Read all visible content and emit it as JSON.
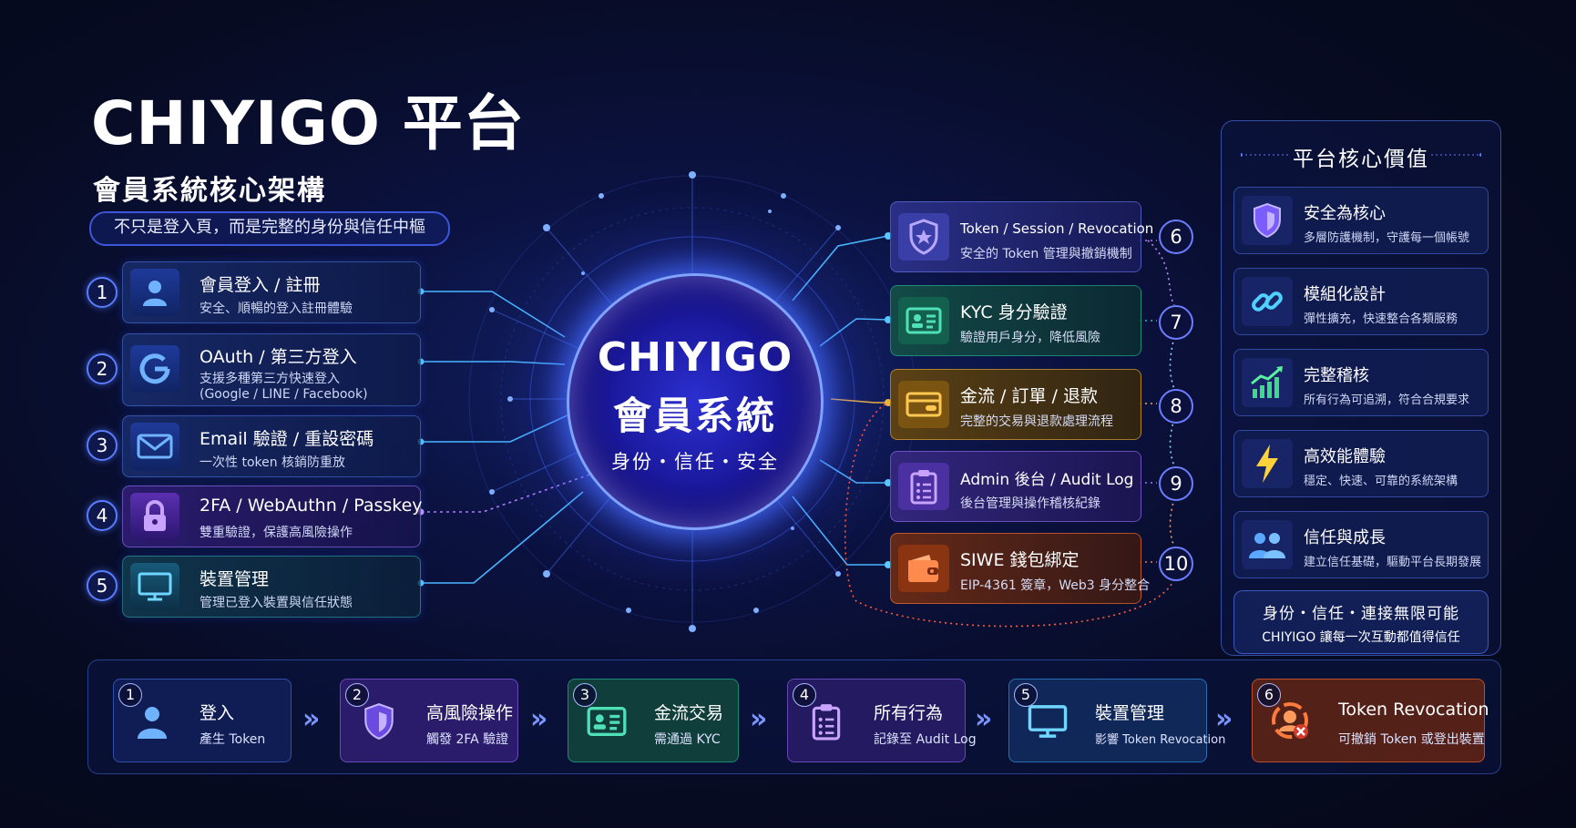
{
  "header": {
    "title": "CHIYIGO 平台",
    "subtitle": "會員系統核心架構",
    "tagline": "不只是登入頁，而是完整的身份與信任中樞"
  },
  "core": {
    "line1": "CHIYIGO",
    "line2": "會員系統",
    "line3": "身份・信任・安全"
  },
  "left_modules": [
    {
      "num": "1",
      "title": "會員登入 / 註冊",
      "desc": "安全、順暢的登入註冊體驗",
      "icon": "user-icon"
    },
    {
      "num": "2",
      "title": "OAuth / 第三方登入",
      "desc": "支援多種第三方快速登入",
      "desc2": "(Google / LINE / Facebook)",
      "icon": "google-g-icon"
    },
    {
      "num": "3",
      "title": "Email 驗證 / 重設密碼",
      "desc": "一次性 token 核銷防重放",
      "icon": "envelope-icon"
    },
    {
      "num": "4",
      "title": "2FA / WebAuthn / Passkey",
      "desc": "雙重驗證，保護高風險操作",
      "icon": "lock-icon"
    },
    {
      "num": "5",
      "title": "裝置管理",
      "desc": "管理已登入裝置與信任狀態",
      "icon": "monitor-icon"
    }
  ],
  "right_modules": [
    {
      "num": "6",
      "title": "Token / Session / Revocation",
      "desc": "安全的 Token 管理與撤銷機制",
      "icon": "shield-star-icon",
      "color": "#2a2f86"
    },
    {
      "num": "7",
      "title": "KYC 身分驗證",
      "desc": "驗證用戶身分，降低風險",
      "icon": "id-card-icon",
      "color": "#1a5a4a"
    },
    {
      "num": "8",
      "title": "金流 / 訂單 / 退款",
      "desc": "完整的交易與退款處理流程",
      "icon": "wallet-card-icon",
      "color": "#6b4a0f"
    },
    {
      "num": "9",
      "title": "Admin 後台 / Audit Log",
      "desc": "後台管理與操作稽核紀錄",
      "icon": "clipboard-icon",
      "color": "#3a2a86"
    },
    {
      "num": "10",
      "title": "SIWE 錢包綁定",
      "desc": "EIP-4361 簽章，Web3 身分整合",
      "icon": "wallet-icon",
      "color": "#6e2a18"
    }
  ],
  "values": {
    "heading": "平台核心價值",
    "items": [
      {
        "title": "安全為核心",
        "desc": "多層防護機制，守護每一個帳號",
        "icon": "shield-icon"
      },
      {
        "title": "模組化設計",
        "desc": "彈性擴充，快速整合各類服務",
        "icon": "link-icon"
      },
      {
        "title": "完整稽核",
        "desc": "所有行為可追溯，符合合規要求",
        "icon": "chart-up-icon"
      },
      {
        "title": "高效能體驗",
        "desc": "穩定、快速、可靠的系統架構",
        "icon": "lightning-icon"
      },
      {
        "title": "信任與成長",
        "desc": "建立信任基礎，驅動平台長期發展",
        "icon": "users-icon"
      }
    ],
    "footer_line1": "身份・信任・連接無限可能",
    "footer_line2": "CHIYIGO 讓每一次互動都值得信任"
  },
  "flow": [
    {
      "num": "1",
      "title": "登入",
      "desc": "產生 Token",
      "icon": "user-icon"
    },
    {
      "num": "2",
      "title": "高風險操作",
      "desc": "觸發 2FA 驗證",
      "icon": "shield-icon"
    },
    {
      "num": "3",
      "title": "金流交易",
      "desc": "需通過 KYC",
      "icon": "id-card-icon"
    },
    {
      "num": "4",
      "title": "所有行為",
      "desc": "記錄至 Audit Log",
      "icon": "clipboard-icon"
    },
    {
      "num": "5",
      "title": "裝置管理",
      "desc": "影響 Token Revocation",
      "icon": "monitor-icon"
    },
    {
      "num": "6",
      "title": "Token Revocation",
      "desc": "可撤銷 Token 或登出裝置",
      "icon": "revoke-icon"
    }
  ],
  "colors": {
    "accent": "#4f7bff",
    "core_glow": "#6f6bff",
    "kyc": "#1fc9a0",
    "payment": "#f0b43a",
    "siwe": "#ff7a3d",
    "admin": "#a07bff"
  }
}
